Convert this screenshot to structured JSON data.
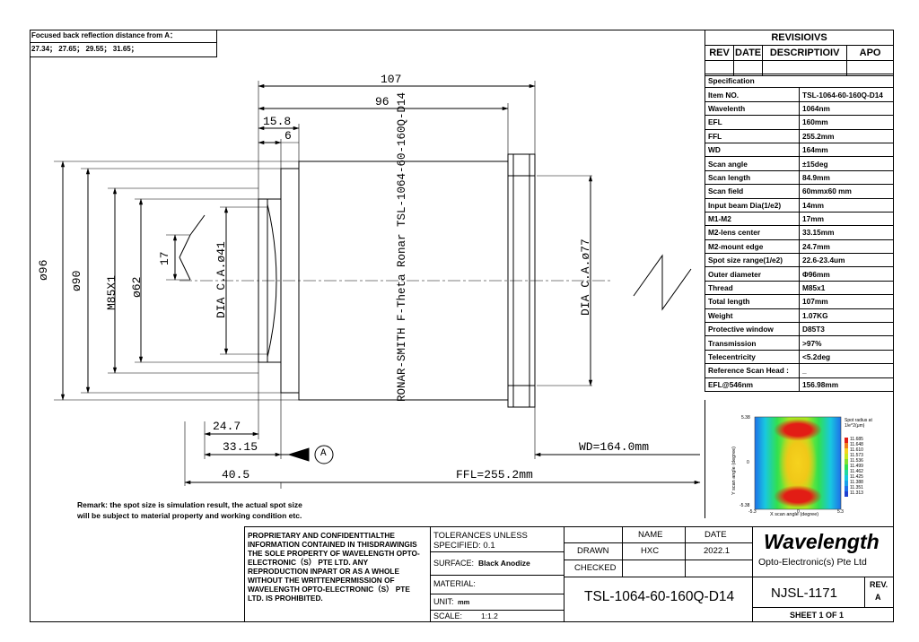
{
  "focus_box": {
    "title": "Focused back reflection distance from A：",
    "values": "27.34；  27.65；  29.55；  31.65；"
  },
  "drawing": {
    "dims": {
      "total_length": "107",
      "body_length": "96",
      "flange": "15.8",
      "step": "6",
      "outer_dia": "ø96",
      "dia90": "ø90",
      "thread": "M85X1",
      "dia62": "ø62",
      "dim17": "17",
      "ca_front": "DIA C.A.ø41",
      "ca_rear": "DIA C.A.ø77",
      "m2_mount": "24.7",
      "m2_lens": "33.15",
      "flange_ref": "40.5",
      "wd": "WD=164.0mm",
      "ffl": "FFL=255.2mm",
      "datum": "A"
    },
    "engraving": "RONAR-SMITH   F-Theta Ronar  TSL-1064-60-160Q-D14",
    "remark": [
      "Remark: the spot size is simulation result, the actual spot size",
      "will be subject to material property and working condition etc."
    ]
  },
  "revisions": {
    "title": "REVISIOIVS",
    "headers": [
      "REV",
      "DATE",
      "DESCRIPTIOIV",
      "APO"
    ]
  },
  "spec": {
    "title": "Specification",
    "rows": [
      [
        "Item NO.",
        "TSL-1064-60-160Q-D14"
      ],
      [
        "Wavelenth",
        "1064nm"
      ],
      [
        "EFL",
        "160mm"
      ],
      [
        "FFL",
        "255.2mm"
      ],
      [
        "WD",
        "164mm"
      ],
      [
        "Scan angle",
        "±15deg"
      ],
      [
        "Scan length",
        "84.9mm"
      ],
      [
        "Scan field",
        "60mmx60 mm"
      ],
      [
        "Input beam Dia(1/e2)",
        "14mm"
      ],
      [
        "M1-M2",
        "17mm"
      ],
      [
        "M2-lens center",
        "33.15mm"
      ],
      [
        "M2-mount edge",
        "24.7mm"
      ],
      [
        "Spot size range(1/e2)",
        "22.6-23.4um"
      ],
      [
        "Outer diameter",
        "Φ96mm"
      ],
      [
        "Thread",
        "M85x1"
      ],
      [
        "Total length",
        "107mm"
      ],
      [
        "Weight",
        "1.07KG"
      ],
      [
        "Protective window",
        "D85T3"
      ],
      [
        "Transmission",
        ">97%"
      ],
      [
        "Telecentricity",
        "<5.2deg"
      ],
      [
        "Reference Scan Head :",
        "_"
      ],
      [
        "EFL@546nm",
        "156.98mm"
      ]
    ]
  },
  "spot_plot": {
    "xlabel": "X scan angle (degree)",
    "ylabel": "Y scan angle (degree)",
    "legend_title": "Spot radius at 1/e^2(μm)",
    "legend_values": [
      "11.685",
      "11.648",
      "11.610",
      "11.573",
      "11.536",
      "11.499",
      "11.462",
      "11.425",
      "11.388",
      "11.351",
      "11.313"
    ],
    "x_ticks": [
      "-5.3",
      "0",
      "5.3"
    ],
    "y_ticks": [
      "5.38",
      "0",
      "-5.38"
    ]
  },
  "title_block": {
    "proprietary": "PROPRIETARY AND CONFIDENTTIALTHE INFORMATION CONTAINED IN THISDRAWINGIS THE SOLE PROPERTY OF WAVELENGTH OPTO-ELECTRONIC（S） PTE LTD. ANY REPRODUCTION INPART OR AS A WHOLE WITHOUT THE WRITTENPERMISSION OF WAVELENGTH OPTO-ELECTRONIC（S） PTE LTD. IS PROHIBITED.",
    "tolerances": "TOLERANCES UNLESS SPECIFIED: 0.1",
    "surface_label": "SURFACE:",
    "surface_value": "Black Anodize",
    "material_label": "MATERIAL:",
    "unit_label": "UNIT:",
    "unit_value": "mm",
    "scale_label": "SCALE:",
    "scale_value": "1:1.2",
    "name_header": "NAME",
    "date_header": "DATE",
    "drawn_label": "DRAWN",
    "drawn_name": "HXC",
    "drawn_date": "2022.1",
    "checked_label": "CHECKED",
    "part_number": "TSL-1064-60-160Q-D14",
    "company_logo": "Wavelength",
    "company_name": "Opto-Electronic(s) Pte Ltd",
    "drawing_no": "NJSL-1171",
    "rev_label": "REV.",
    "rev_value": "A",
    "sheet": "SHEET 1 OF 1"
  }
}
